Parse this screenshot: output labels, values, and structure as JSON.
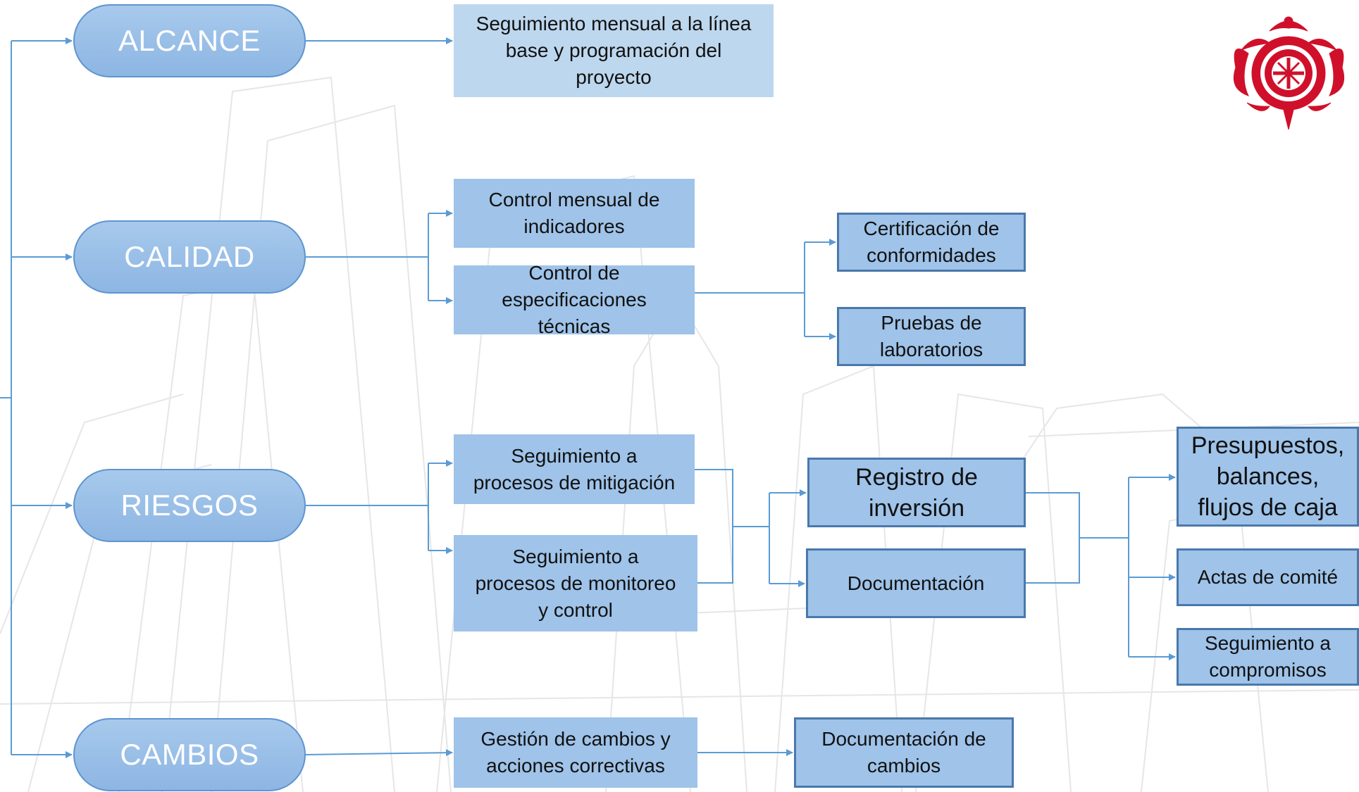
{
  "categories": {
    "alcance": "ALCANCE",
    "calidad": "CALIDAD",
    "riesgos": "RIESGOS",
    "cambios": "CAMBIOS"
  },
  "boxes": {
    "seguimiento_linea_base": "Seguimiento mensual a la línea\nbase y programación del\nproyecto",
    "control_indicadores": "Control mensual de\nindicadores",
    "control_especificaciones": "Control de\nespecificaciones\ntécnicas",
    "certificacion": "Certificación de\nconformidades",
    "pruebas": "Pruebas de\nlaboratorios",
    "mitigacion": "Seguimiento a\nprocesos de mitigación",
    "monitoreo": "Seguimiento a\nprocesos de monitoreo\ny control",
    "registro_inversion": "Registro de\ninversión",
    "documentacion": "Documentación",
    "presupuestos": "Presupuestos,\nbalances,\nflujos de caja",
    "actas": "Actas de comité",
    "compromisos": "Seguimiento a\ncompromisos",
    "gestion_cambios": "Gestión de cambios y\nacciones correctivas",
    "documentacion_cambios": "Documentación de\ncambios"
  },
  "colors": {
    "pill_fill": "#9bc0e8",
    "box_fill": "#9fc3e9",
    "box_light": "#bdd7ee",
    "border": "#4a78ab",
    "connector": "#5b9bd5",
    "logo": "#d0102a"
  },
  "icons": {
    "logo": "university-crest-logo"
  }
}
